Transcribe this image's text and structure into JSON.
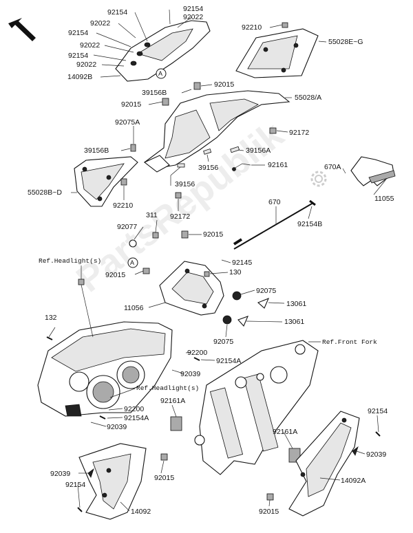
{
  "watermark": "PartsRepublik",
  "labels": {
    "p92154_a": "92154",
    "p92154_b": "92154",
    "p92022_a": "92022",
    "p92022_b": "92022",
    "p92154_c": "92154",
    "p92022_c": "92022",
    "p92154_d": "92154",
    "p92022_d": "92022",
    "p14092b": "14092B",
    "p92210_a": "92210",
    "p55028eg": "55028E~G",
    "p39156b_a": "39156B",
    "p92015_a": "92015",
    "p92015_b": "92015",
    "p55028a": "55028/A",
    "p92075a_a": "92075A",
    "p92172_a": "92172",
    "p39156b_b": "39156B",
    "p39156a": "39156A",
    "p39156_a": "39156",
    "p92161": "92161",
    "p670a": "670A",
    "p55028bd": "55028B~D",
    "p92210_b": "92210",
    "p39156_b": "39156",
    "p11055": "11055",
    "p92172_b": "92172",
    "p670": "670",
    "p311": "311",
    "p92154b": "92154B",
    "p92077": "92077",
    "p92015_c": "92015",
    "ref_headlight_1": "Ref.Headlight(s)",
    "p92145": "92145",
    "p92015_d": "92015",
    "p130": "130",
    "p92075_a": "92075",
    "p11056": "11056",
    "p13061_a": "13061",
    "p13061_b": "13061",
    "p132": "132",
    "p92075_b": "92075",
    "ref_front_fork": "Ref.Front Fork",
    "p92200_a": "92200",
    "p92154a_a": "92154A",
    "p92039_a": "92039",
    "ref_headlight_2": "Ref.Headlight(s)",
    "p92161a_a": "92161A",
    "p92200_b": "92200",
    "p92154a_b": "92154A",
    "p92154_e": "92154",
    "p92039_b": "92039",
    "p92161a_b": "92161A",
    "p92039_c": "92039",
    "p92039_d": "92039",
    "p92154_f": "92154",
    "p92015_e": "92015",
    "p14092a": "14092A",
    "p14092": "14092",
    "p92015_f": "92015",
    "callout_a": "A"
  }
}
